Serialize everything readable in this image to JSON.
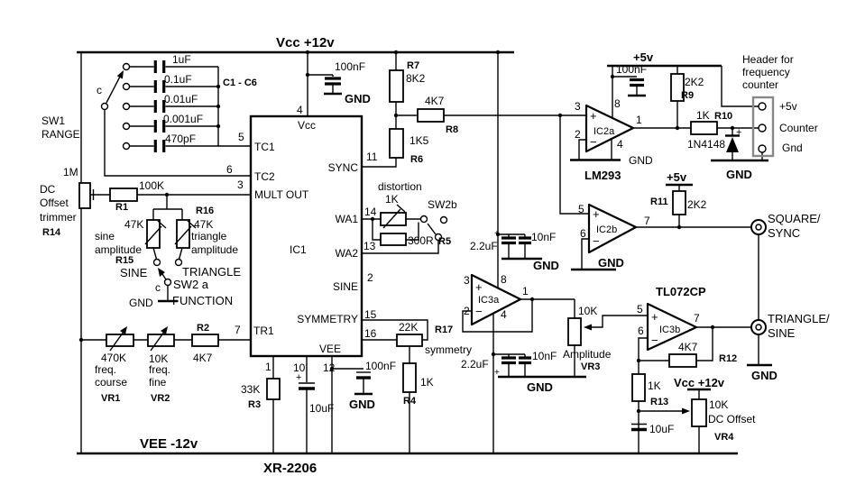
{
  "rails": {
    "vcc": "Vcc  +12v",
    "vee": "VEE  -12v",
    "part": "XR-2206"
  },
  "sw1": {
    "name": "SW1",
    "label": "RANGE",
    "common": "c",
    "caps": [
      "1uF",
      "0.1uF",
      "0.01uF",
      "0.001uF",
      "470pF"
    ],
    "group": "C1 - C6"
  },
  "r14": {
    "value": "1M",
    "l1": "DC",
    "l2": "Offset",
    "l3": "trimmer",
    "ref": "R14"
  },
  "r1": {
    "value": "100K",
    "ref": "R1"
  },
  "func_sw": {
    "sine_val": "47K",
    "tri_val": "47K",
    "r15": "R15",
    "r16": "R16",
    "sine1": "sine",
    "sine2": "amplitude",
    "tri1": "triangle",
    "tri2": "amplitude",
    "pos_sine": "SINE",
    "pos_tri": "TRIANGLE",
    "common": "c",
    "name": "SW2 a",
    "label": "FUNCTION",
    "gnd": "GND"
  },
  "freq": {
    "vr1_val": "470K",
    "vr1_l1": "freq.",
    "vr1_l2": "course",
    "vr1": "VR1",
    "vr2_val": "10K",
    "vr2_l1": "freq.",
    "vr2_l2": "fine",
    "vr2": "VR2",
    "r2": "R2",
    "r2_val": "4K7"
  },
  "ic1": {
    "ref": "IC1",
    "pin_labels": {
      "vcc": "Vcc",
      "tc1": "TC1",
      "tc2": "TC2",
      "mult": "MULT OUT",
      "sync": "SYNC",
      "wa1": "WA1",
      "wa2": "WA2",
      "sine": "SINE",
      "symmetry": "SYMMETRY",
      "tr1": "TR1",
      "vee": "VEE"
    },
    "pins": {
      "p1": "1",
      "p2": "2",
      "p3": "3",
      "p4": "4",
      "p5": "5",
      "p6": "6",
      "p7": "7",
      "p10": "10",
      "p11": "11",
      "p12": "12",
      "p13": "13",
      "p14": "14",
      "p15": "15",
      "p16": "16"
    }
  },
  "vcc_decouple": {
    "value": "100nF",
    "gnd": "GND"
  },
  "r7": {
    "ref": "R7",
    "value": "8K2"
  },
  "r8": {
    "value": "4K7",
    "ref": "R8"
  },
  "r6": {
    "value": "1K5",
    "ref": "R6"
  },
  "distortion": {
    "label": "distortion",
    "pot": "1K",
    "sw": "SW2b",
    "r5_val": "300R",
    "r5": "R5"
  },
  "symmetry": {
    "r17_val": "22K",
    "r17": "R17",
    "label": "symmetry",
    "r4_val": "1K",
    "r4": "R4"
  },
  "ic1_bottom": {
    "r3_val": "33K",
    "r3": "R3",
    "plus": "+",
    "c10": "10uF",
    "c100n": "100nF",
    "gnd": "GND"
  },
  "dec_upper": {
    "c1": "2.2uF",
    "plus": "+",
    "c2": "10nF",
    "gnd": "GND"
  },
  "dec_lower": {
    "c1": "2.2uF",
    "plus": "+",
    "c2": "10nF",
    "gnd": "GND"
  },
  "ic3a": {
    "p3": "3",
    "p2": "2",
    "p8": "8",
    "p1": "1",
    "p4": "4",
    "ref": "IC3a",
    "plus": "+",
    "minus": "−"
  },
  "lm293": {
    "p3": "3",
    "p2": "2",
    "p8": "8",
    "p1": "1",
    "p4": "4",
    "ref": "IC2a",
    "gnd": "GND",
    "part": "LM293",
    "rail": "+5v",
    "c": "100nF",
    "r9_val": "2K2",
    "r9": "R9"
  },
  "r10": {
    "value": "1K",
    "ref": "R10"
  },
  "clamp": {
    "part": "1N4148",
    "plus": "+",
    "gnd": "GND"
  },
  "header": {
    "l1": "Header for",
    "l2": "frequency",
    "l3": "counter",
    "p1": "+5v",
    "p2": "Counter",
    "p3": "Gnd"
  },
  "ic2b": {
    "p5": "5",
    "p6": "6",
    "p7": "7",
    "ref": "IC2b",
    "plus": "+",
    "minus": "−",
    "gnd": "GND",
    "rail": "+5v",
    "r11": "R11",
    "r11_val": "2K2"
  },
  "square": {
    "l1": "SQUARE/",
    "l2": "SYNC"
  },
  "tl072": {
    "part": "TL072CP"
  },
  "ic3b": {
    "p5": "5",
    "p6": "6",
    "p7": "7",
    "ref": "IC3b",
    "plus": "+",
    "minus": "−"
  },
  "vr3": {
    "value": "10K",
    "label": "Amplitude",
    "ref": "VR3"
  },
  "r12": {
    "value": "4K7",
    "ref": "R12"
  },
  "triangle": {
    "l1": "TRIANGLE/",
    "l2": "SINE",
    "gnd": "GND"
  },
  "r13": {
    "value": "1K",
    "ref": "R13",
    "c": "10uF"
  },
  "vr4": {
    "rail": "Vcc  +12v",
    "value": "10K",
    "label": "DC Offset",
    "ref": "VR4"
  }
}
